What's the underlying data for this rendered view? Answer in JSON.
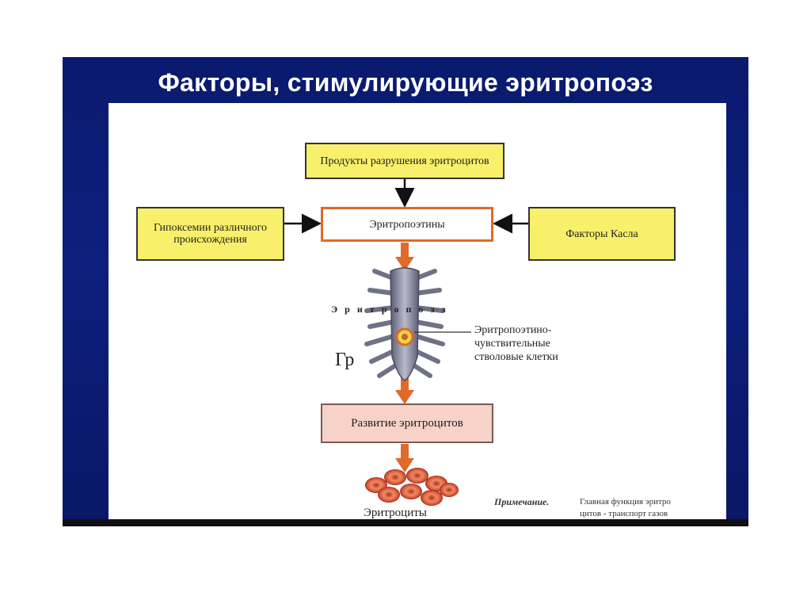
{
  "slide": {
    "title": "Факторы, стимулирующие эритропоэз"
  },
  "diagram": {
    "products": "Продукты разрушения эритроцитов",
    "hypoxemia": "Гипоксемии различного происхождения",
    "erythropoietins": "Эритропоэтины",
    "castle_factors": "Факторы Касла",
    "erythropoiesis": "Эритропоэз",
    "gr": "Гр",
    "sensitive_cells": "Эритропоэтино-\nчувствительные\nстволовые клетки",
    "development": "Развитие эритроцитов",
    "erythrocytes": "Эритроциты",
    "note_label": "Примечание.",
    "note_text": "Главная функция эритро\nцитов - транспорт газов"
  },
  "colors": {
    "slide_background": "#0d1f7c",
    "box_yellow": "#f8f06a",
    "epo_border": "#e06a2a",
    "development_fill": "#f6d2c8",
    "arrow_orange": "#e06a2a",
    "cell_red": "#d9593a"
  }
}
